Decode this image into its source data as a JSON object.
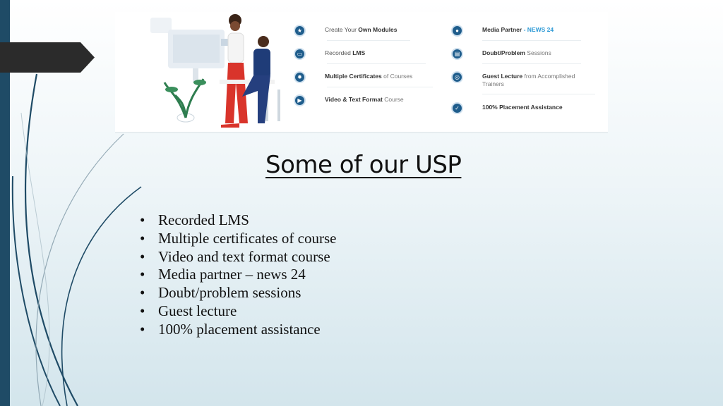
{
  "banner": {
    "features_left": [
      {
        "icon": "star-badge-icon",
        "glyph": "★",
        "pre": "Create Your ",
        "bold": "Own Modules",
        "accent": "",
        "rest": ""
      },
      {
        "icon": "monitor-icon",
        "glyph": "▭",
        "pre": "Recorded ",
        "bold": "LMS",
        "accent": "",
        "rest": ""
      },
      {
        "icon": "certificate-icon",
        "glyph": "✹",
        "pre": "",
        "bold": "Multiple Certificates",
        "accent": "",
        "rest": " of Courses"
      },
      {
        "icon": "play-icon",
        "glyph": "▶",
        "pre": "",
        "bold": "Video & Text Format",
        "accent": "",
        "rest": " Course"
      }
    ],
    "features_right": [
      {
        "icon": "chat-icon",
        "glyph": "●",
        "pre": "",
        "bold": "Media Partner",
        "accent": " - NEWS 24",
        "rest": ""
      },
      {
        "icon": "id-card-icon",
        "glyph": "▤",
        "pre": "",
        "bold": "Doubt/Problem",
        "accent": "",
        "rest": " Sessions"
      },
      {
        "icon": "handshake-icon",
        "glyph": "◎",
        "pre": "",
        "bold": "Guest Lecture",
        "accent": "",
        "rest": " from Accomplished Trainers"
      },
      {
        "icon": "check-badge-icon",
        "glyph": "✓",
        "pre": "",
        "bold": "100%",
        "accent": "",
        "rest": " Placement Assistance"
      }
    ]
  },
  "title": "Some of our USP",
  "usp_items": [
    "Recorded LMS",
    "Multiple certificates of course",
    "Video and text format course",
    "Media partner – news 24",
    "Doubt/problem sessions",
    "Guest lecture",
    "100% placement assistance"
  ],
  "colors": {
    "sidebar": "#1f4b66",
    "arrow_tab": "#2b2b2b",
    "icon_blue": "#1f5d8c",
    "accent": "#2e9ad6",
    "text": "#111111"
  }
}
